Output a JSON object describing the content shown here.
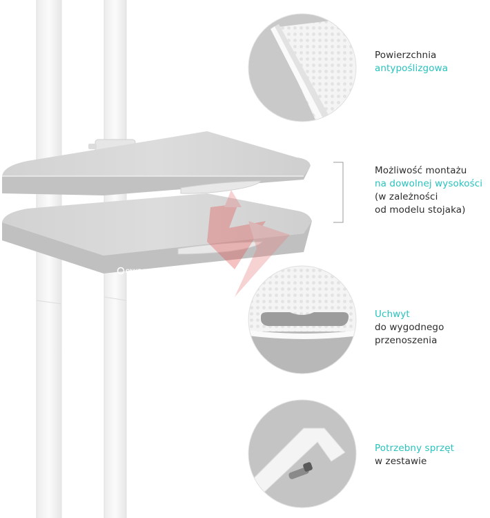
{
  "brand": {
    "logo_text": "ONKRON"
  },
  "features": [
    {
      "lines": [
        {
          "text": "Powierzchnia"
        },
        {
          "text": "antypoślizgowa"
        }
      ]
    },
    {
      "lines": [
        {
          "text": "Możliwość montażu"
        },
        {
          "text": "na dowolnej wysokości"
        },
        {
          "text": "(w zależności"
        },
        {
          "text": "od modelu stojaka)"
        }
      ]
    },
    {
      "lines": [
        {
          "text": "Uchwyt"
        },
        {
          "text": "do wygodnego"
        },
        {
          "text": "przenoszenia"
        }
      ]
    },
    {
      "lines": [
        {
          "text": "Potrzebny sprzęt"
        },
        {
          "text": "w zestawie"
        }
      ]
    }
  ],
  "colors": {
    "accent": "#27c2bd",
    "text": "#2b2b2b",
    "shelf": "#c8c8c8",
    "watermark": "#e35050"
  },
  "icons": [
    "onkron-logo-icon",
    "watermark-logo-icon"
  ]
}
